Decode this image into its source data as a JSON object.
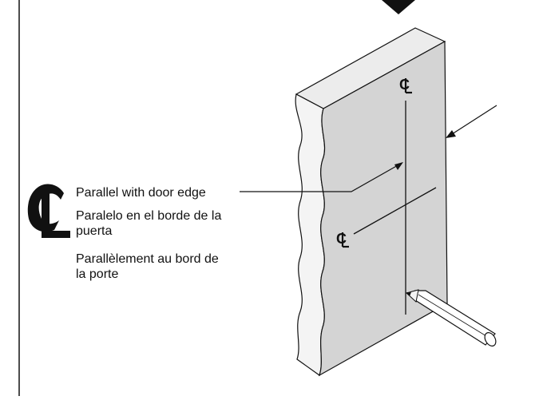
{
  "symbols": {
    "centerline": "centerline-symbol"
  },
  "labels": {
    "english": "Parallel with door edge",
    "spanish": "Paralelo en el borde de la\npuerta",
    "french": "Parallèlement au bord de\nla porte"
  },
  "colors": {
    "door_face": "#d4d4d4",
    "door_top": "#ececec",
    "door_side": "#f4f4f4",
    "ink": "#111111"
  }
}
